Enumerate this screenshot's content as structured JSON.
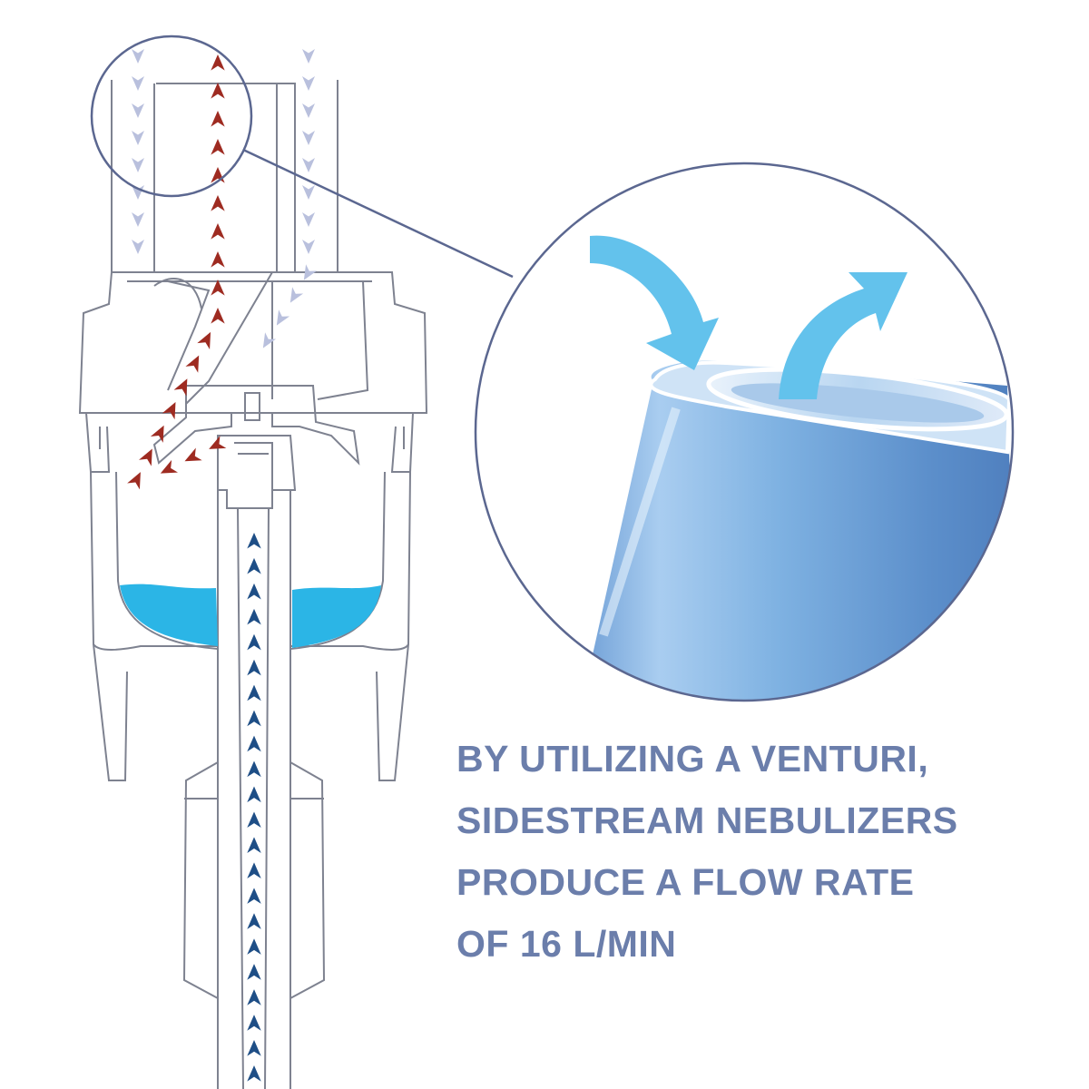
{
  "caption": {
    "lines": [
      "BY UTILIZING A VENTURI,",
      "SIDESTREAM NEBULIZERS",
      "PRODUCE A FLOW RATE",
      "OF 16 L/MIN"
    ]
  },
  "colors": {
    "outline": "#5b6790",
    "device_stroke": "#7e8290",
    "room_air_arrows": "#b9c0dd",
    "aerosol_arrows": "#9e2b21",
    "gas_arrows": "#1e4e86",
    "medication_liquid": "#2bb5e6",
    "tube_blue": "#7fb3e3",
    "flow_arrow_blue": "#63c2ec",
    "caption_text": "#6b7eab"
  },
  "icons": {
    "room_air_arrows": "chevron-down-icon",
    "aerosol_arrows": "chevron-up-icon",
    "gas_arrows": "chevron-up-icon",
    "entrainment_arrow": "curved-arrow-in-icon",
    "exit_arrow": "curved-arrow-out-icon"
  }
}
